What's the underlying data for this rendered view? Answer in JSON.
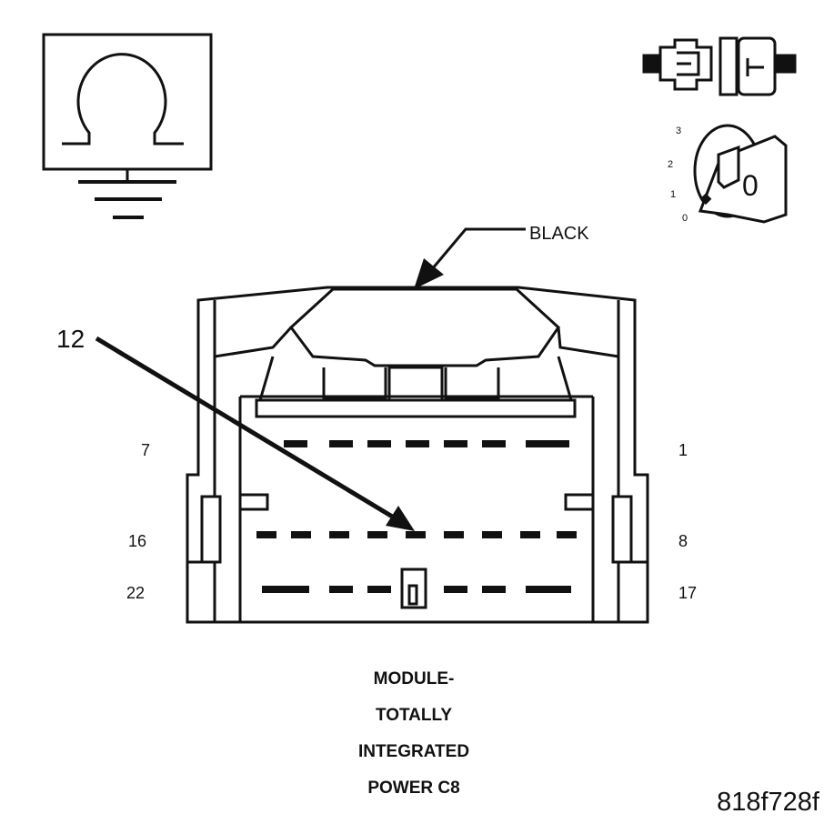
{
  "icons": {
    "ohmmeter": "ohmmeter-ground-icon",
    "connector": "connector-disconnected-icon",
    "ignition": "ignition-key-off-icon"
  },
  "ignition": {
    "positions": [
      "3",
      "2",
      "1",
      "0"
    ],
    "key_label": "0"
  },
  "callouts": {
    "color": "BLACK",
    "pin": "12"
  },
  "pin_labels": {
    "row1_left": "7",
    "row1_right": "1",
    "row2_left": "16",
    "row2_right": "8",
    "row3_left": "22",
    "row3_right": "17"
  },
  "caption": [
    "MODULE-",
    "TOTALLY",
    "INTEGRATED",
    "POWER C8"
  ],
  "figure_id": "818f728f"
}
